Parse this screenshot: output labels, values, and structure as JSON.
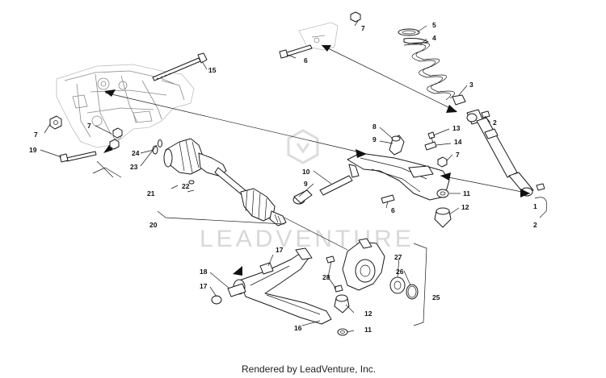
{
  "diagram": {
    "watermark": "LEADVENTURE",
    "footer": "Rendered by LeadVenture, Inc.",
    "callouts": {
      "c15": "15",
      "c7a": "7",
      "c6a": "6",
      "c5": "5",
      "c4": "4",
      "c3": "3",
      "c2a": "2",
      "c7b": "7",
      "c7c": "7",
      "c19": "19",
      "c24": "24",
      "c23": "23",
      "c22": "22",
      "c21": "21",
      "c20": "20",
      "c8": "8",
      "c9a": "9",
      "c13": "13",
      "c14": "14",
      "c7d": "7",
      "c10": "10",
      "c9b": "9",
      "c6b": "6",
      "c11a": "11",
      "c12a": "12",
      "c1": "1",
      "c2b": "2",
      "c17a": "17",
      "c18": "18",
      "c17b": "17",
      "c16": "16",
      "c28": "28",
      "c27": "27",
      "c26": "26",
      "c25": "25",
      "c12b": "12",
      "c11b": "11"
    }
  }
}
